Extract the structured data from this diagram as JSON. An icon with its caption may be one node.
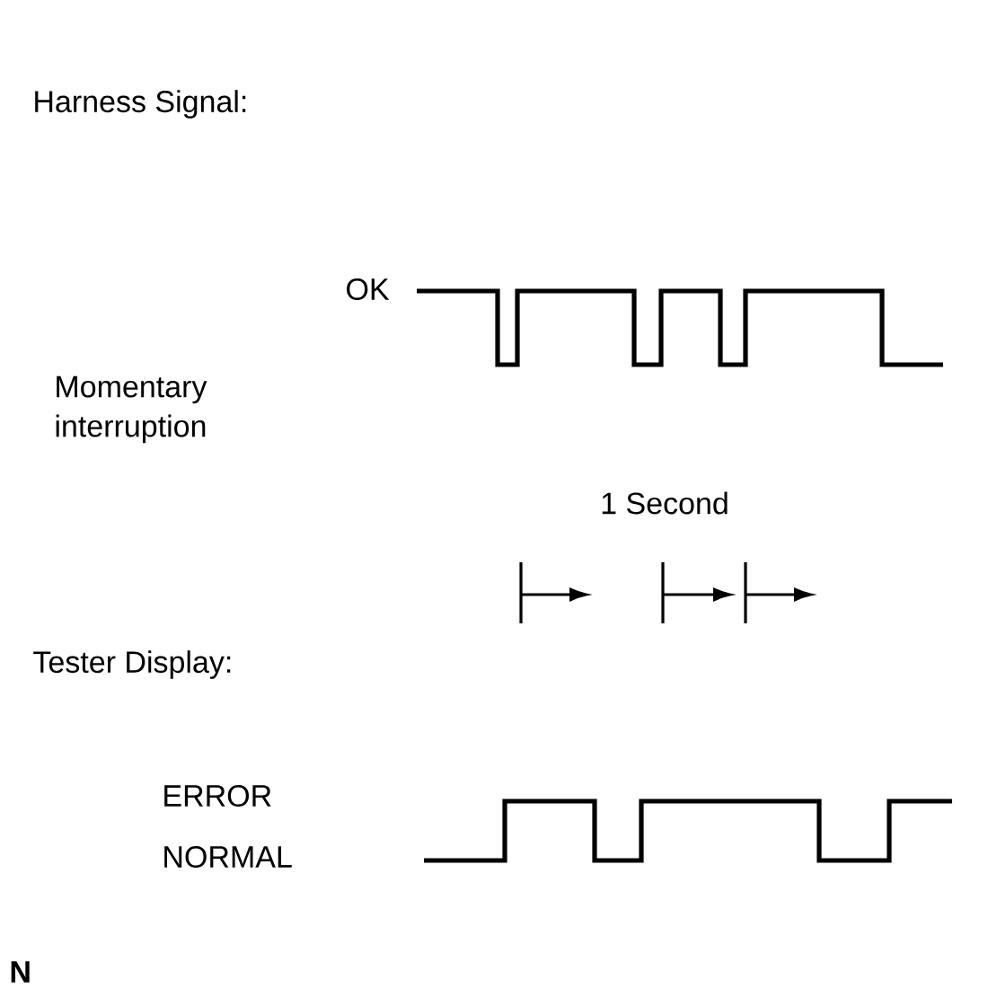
{
  "diagram": {
    "labels": [
      "Harness Signal:",
      "OK",
      "Momentary interruption",
      "1 Second",
      "Tester Display:",
      "ERROR",
      "NORMAL",
      "N"
    ]
  }
}
